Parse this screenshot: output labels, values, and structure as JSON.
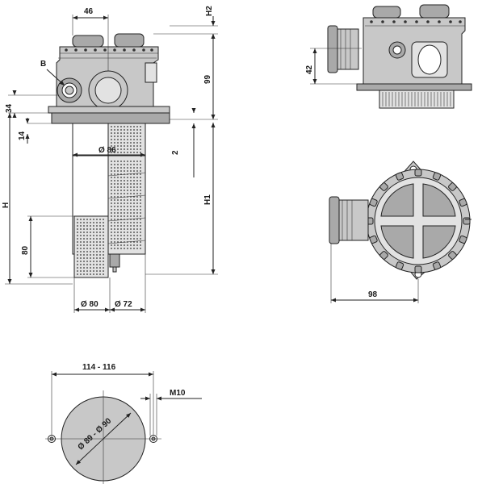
{
  "labels": {
    "w46": "46",
    "h2": "H2",
    "b": "B",
    "d99": "99",
    "d34": "34",
    "d14": "14",
    "dia86": "Ø 86",
    "d2": "2",
    "h": "H",
    "h1": "H1",
    "d80": "80",
    "dia80": "Ø 80",
    "dia72": "Ø 72",
    "d42": "42",
    "d98": "98",
    "d114": "114 - 116",
    "m10": "M10",
    "dia89": "Ø 89 - Ø 90"
  },
  "colors": {
    "line": "#222222",
    "body": "#c8c8c8",
    "dark": "#a9a9a9",
    "light": "#e2e2e2"
  }
}
